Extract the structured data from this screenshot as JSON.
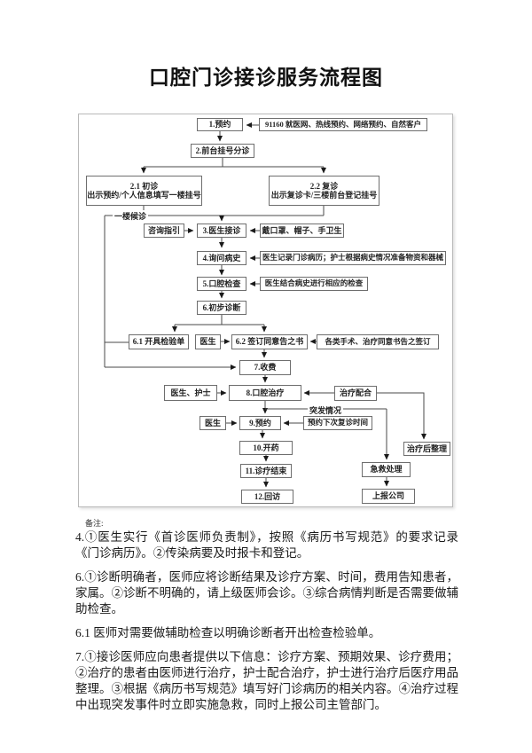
{
  "title": "口腔门诊接诊服务流程图",
  "flowchart": {
    "nodes": {
      "n1": "1.预约",
      "source": "91160 就医网、热线预约、网络预约、自然客户",
      "n2": "2.前台挂号分诊",
      "n21_title": "2.1 初诊",
      "n21_sub": "出示预约/个人信息填写一楼挂号",
      "n22_title": "2.2 复诊",
      "n22_sub": "出示复诊卡/三楼前台登记挂号",
      "waiting_label": "一楼候诊",
      "consult": "咨询指引",
      "n3": "3.医生接诊",
      "mask": "戴口罩、帽子、手卫生",
      "n4": "4.询问病史",
      "record": "医生记录门诊病历；护士根据病史情况准备物资和器械",
      "n5": "5.口腔检查",
      "exam": "医生结合病史进行相应的检查",
      "n6": "6.初步诊断",
      "n61": "6.1 开具检验单",
      "doctor1": "医生",
      "n62": "6.2 签订同意告之书",
      "consent": "各类手术、治疗同意书告之签订",
      "n7": "7.收费",
      "doctor_nurse": "医生、护士",
      "n8": "8.口腔治疗",
      "coop": "治疗配合",
      "emergency_label": "突发情况",
      "doctor2": "医生",
      "n9": "9.预约",
      "next_visit": "预约下次复诊时间",
      "n10": "10.开药",
      "n11": "11.诊疗结束",
      "n12": "12.回访",
      "after_care": "治疗后整理",
      "emergency": "急救处理",
      "report": "上报公司"
    }
  },
  "notes": {
    "label": "备注:",
    "p4": "4.①医生实行《首诊医师负责制》，按照《病历书写规范》的要求记录《门诊病历》。②传染病要及时报卡和登记。",
    "p6": "6.①诊断明确者，医师应将诊断结果及诊疗方案、时间，费用告知患者，家属。②诊断不明确的，请上级医师会诊。③综合病情判断是否需要做辅助检查。",
    "p61": "6.1 医师对需要做辅助检查以明确诊断者开出检查检验单。",
    "p7": "7.①接诊医师应向患者提供以下信息：诊疗方案、预期效果、诊疗费用；②治疗的患者由医师进行治疗，护士配合治疗，护士进行治疗后医疗用品整理。③根据《病历书写规范》填写好门诊病历的相关内容。④治疗过程中出现突发事件时立即实施急救，同时上报公司主管部门。"
  },
  "colors": {
    "line": "#4a4a4a",
    "arrow": "#1a1a1a",
    "box_border": "#6e6e6e",
    "frame_border": "#b9b9b9",
    "text": "#1a1a1a"
  }
}
